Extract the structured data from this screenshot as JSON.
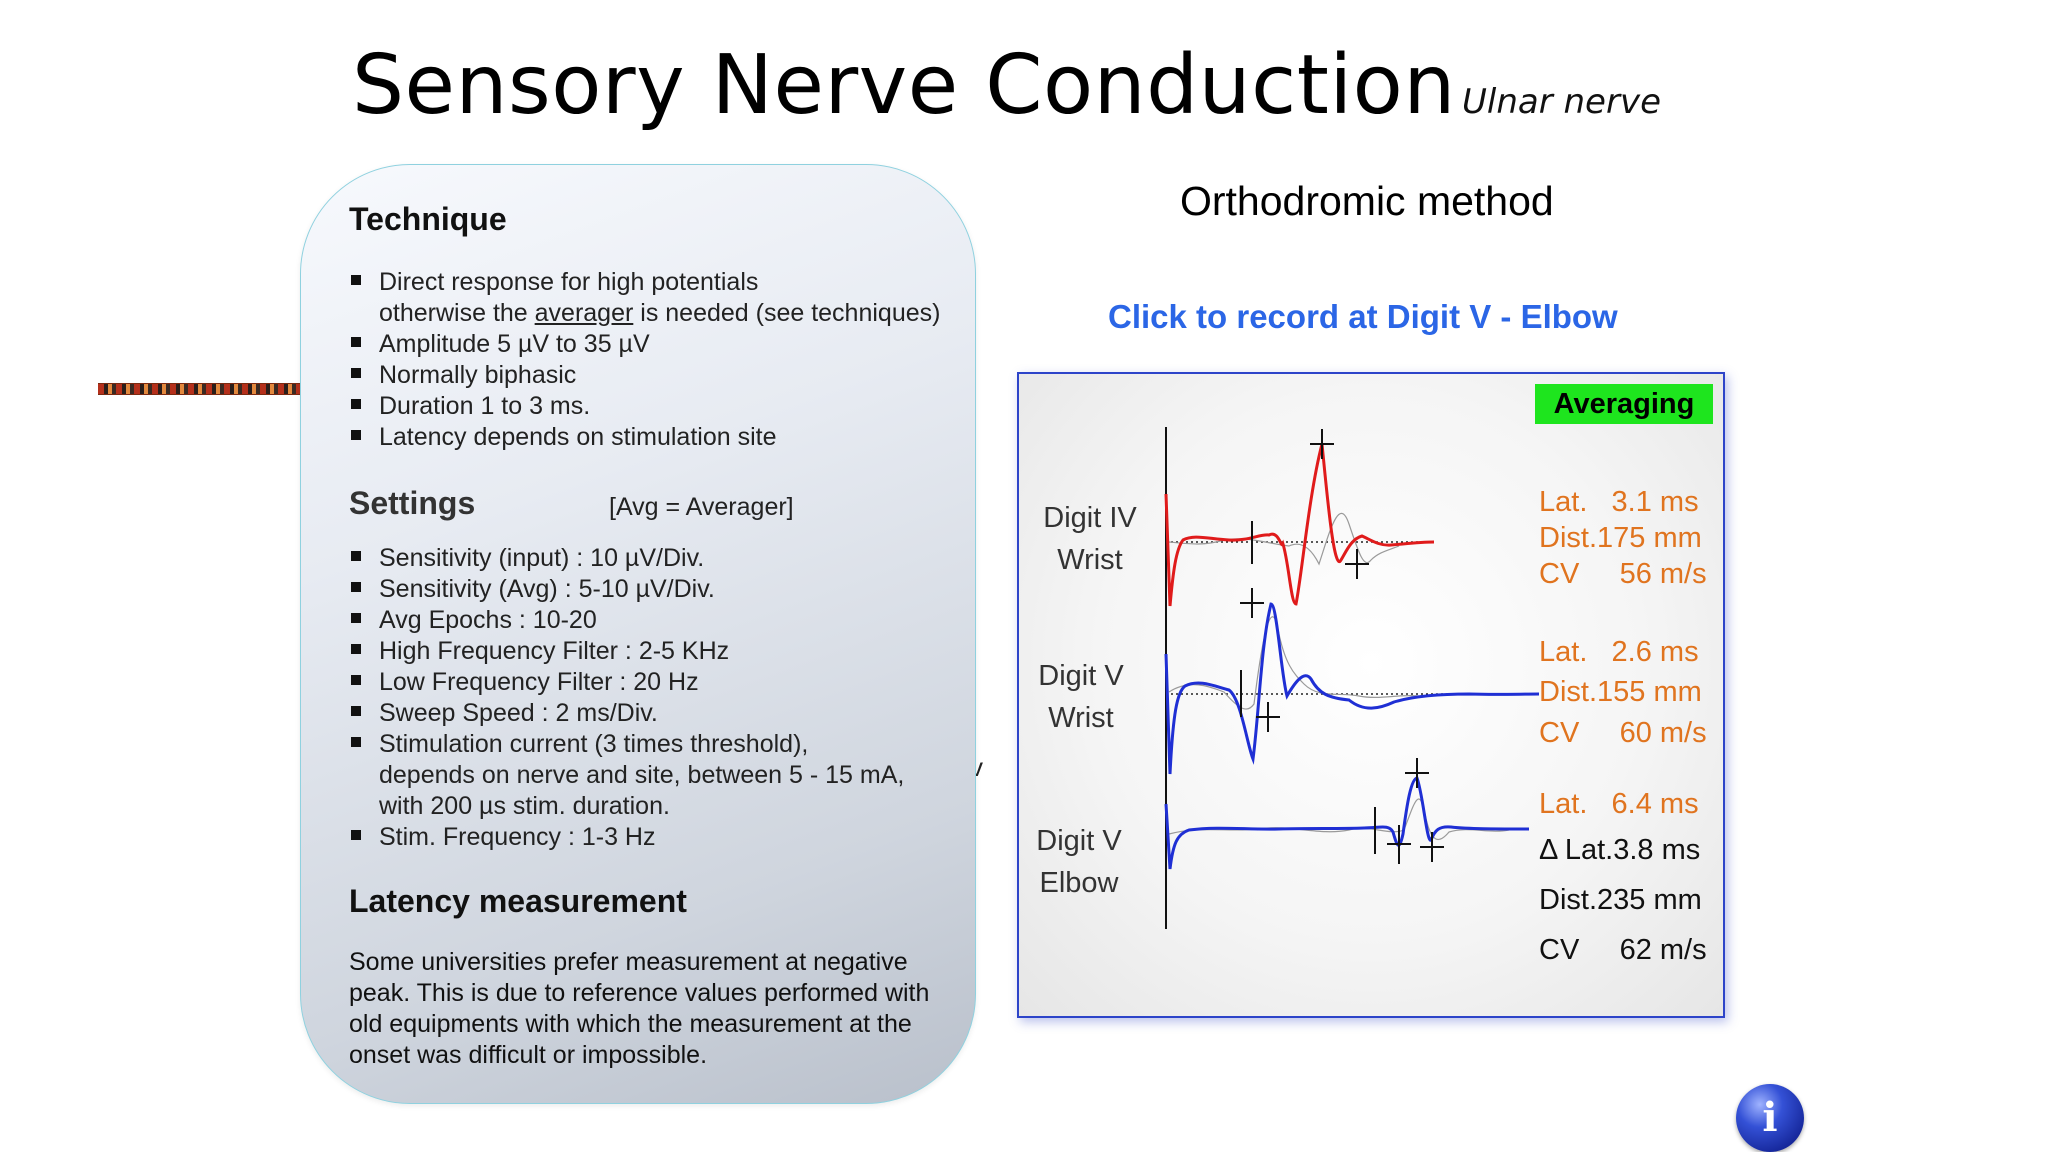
{
  "slide": {
    "title": "Sensory Nerve Conduction",
    "subtitle": "Ulnar nerve"
  },
  "panel": {
    "technique": {
      "heading": "Technique",
      "bullet1_line1": "Direct response for high potentials",
      "bullet1_line2_pre": "otherwise the ",
      "bullet1_link": "averager",
      "bullet1_line2_post": " is needed (see techniques)",
      "bullets": [
        "Amplitude 5 µV  to  35 µV",
        "Normally biphasic",
        "Duration 1 to 3 ms.",
        "Latency depends on stimulation site"
      ]
    },
    "settings": {
      "heading": "Settings",
      "note": "[Avg = Averager]",
      "bullets": [
        "Sensitivity (input) : 10 µV/Div.",
        "Sensitivity (Avg) : 5-10 µV/Div.",
        "Avg Epochs : 10-20",
        "High Frequency Filter : 2-5 KHz",
        "Low Frequency Filter : 20 Hz",
        "Sweep Speed : 2 ms/Div."
      ],
      "stim_line1": "Stimulation current (3 times threshold),",
      "stim_line2": "depends on nerve and site, between 5 - 15 mA,",
      "stim_line3": "with 200 µs stim. duration.",
      "freq": "Stim. Frequency : 1-3 Hz"
    },
    "latency": {
      "heading": "Latency measurement",
      "text": "Some universities prefer measurement at negative peak. This is due to reference values performed with old equipments with which the measurement at the onset was difficult or impossible."
    }
  },
  "right": {
    "method": "Orthodromic method",
    "record_link": "Click to record at Digit V - Elbow",
    "averaging": "Averaging",
    "traces": [
      {
        "label1": "Digit IV",
        "label2": "Wrist",
        "color": "#e01b1b",
        "lat": "Lat.   3.1 ms",
        "dist": "Dist.175 mm",
        "cv": "CV     56 m/s"
      },
      {
        "label1": "Digit V",
        "label2": "Wrist",
        "color": "#1f2fd4",
        "lat": "Lat.   2.6 ms",
        "dist": "Dist.155 mm",
        "cv": "CV     60 m/s"
      },
      {
        "label1": "Digit V",
        "label2": "Elbow",
        "color": "#1f2fd4",
        "lat": "Lat.   6.4 ms",
        "dlat": "Δ Lat.3.8 ms",
        "dist": "Dist.235 mm",
        "cv": "CV     62 m/s"
      }
    ],
    "cable_arrow": "v"
  },
  "info_button": "i",
  "colors": {
    "link": "#2b66e6",
    "measure": "#e0741f",
    "badge": "#1ee51e",
    "frame": "#2d44c9"
  },
  "icons": {
    "info": "info-icon"
  }
}
